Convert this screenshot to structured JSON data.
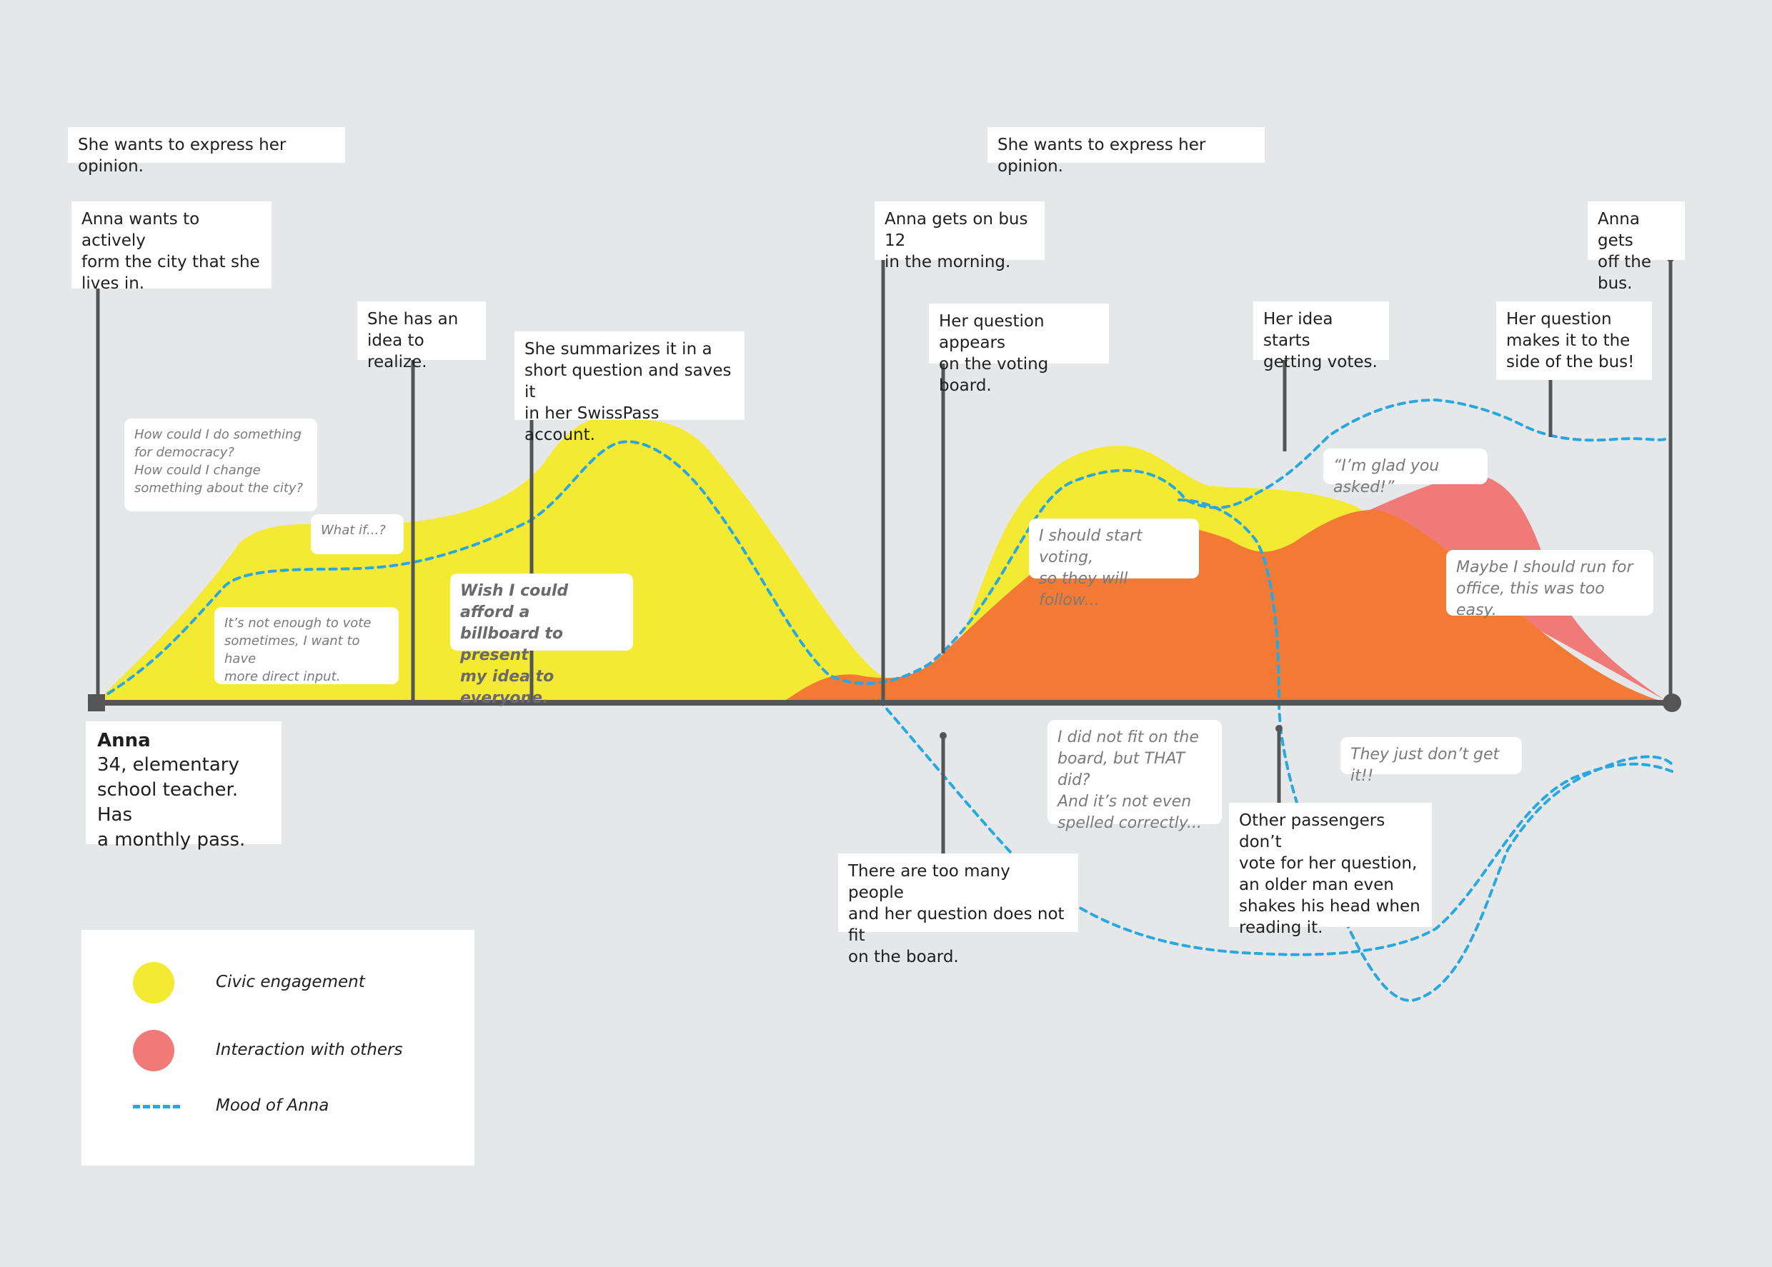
{
  "colors": {
    "civic": "#f5ea33",
    "interaction_dark": "#f37a34",
    "interaction_light": "#f07a77",
    "mood": "#29a8e0",
    "axis": "#555555"
  },
  "top_notes": {
    "left": "She wants to express her opinion.",
    "right": "She wants to express her opinion."
  },
  "events_above": [
    "Anna wants to actively\nform the city that she\nlives in.",
    "She has an\nidea to realize.",
    "She summarizes it in a\nshort question and saves it\nin her SwissPass account.",
    "Anna gets on bus 12\nin the morning.",
    "Her question appears\non the voting board.",
    "Her idea starts\ngetting votes.",
    "Her question\nmakes it to the\nside of the bus!",
    "Anna gets\noff the bus."
  ],
  "events_below": [
    "There are too many people\nand her question does not fit\non the board.",
    "Other passengers don’t\nvote for her question,\nan older man even\nshakes his head when\nreading it."
  ],
  "thoughts": [
    "How could I do something\nfor democracy?\nHow could I change\nsomething about the city?",
    "What if...?",
    "It’s not enough to vote\nsometimes, I want to have\nmore direct input.",
    "Wish I could afford a\nbillboard to present\nmy idea to everyone.",
    "I should start voting,\nso they will follow...",
    "“I’m glad you asked!”",
    "Maybe I should run for\noffice, this was too easy.",
    "I did not fit on the\nboard, but THAT did?\nAnd it’s not even\nspelled correctly...",
    "They just don’t get it!!"
  ],
  "persona": {
    "name": "Anna",
    "description": "34, elementary\nschool teacher. Has\na monthly pass."
  },
  "legend": {
    "items": [
      {
        "label": "Civic engagement"
      },
      {
        "label": "Interaction with others"
      },
      {
        "label": "Mood of Anna"
      }
    ]
  }
}
